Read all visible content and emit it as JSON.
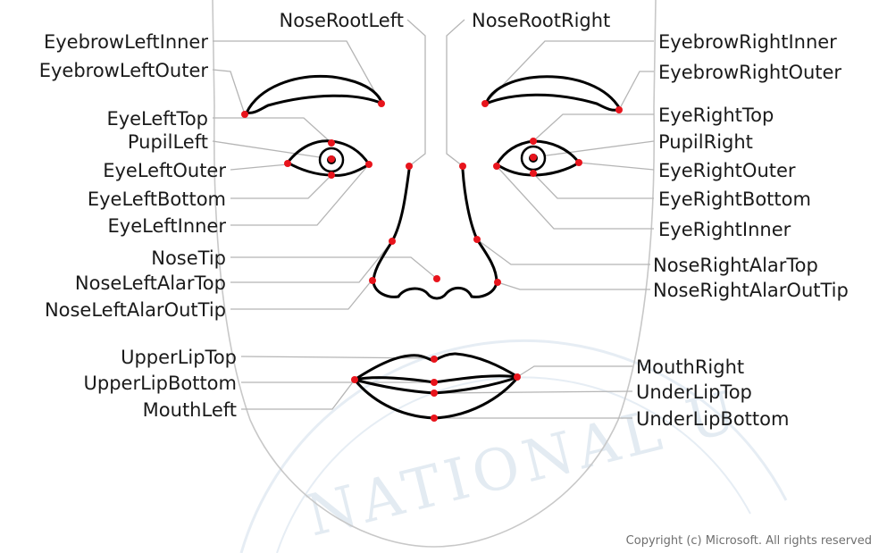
{
  "labels": {
    "nose_root_left": "NoseRootLeft",
    "nose_root_right": "NoseRootRight",
    "eyebrow_left_inner": "EyebrowLeftInner",
    "eyebrow_left_outer": "EyebrowLeftOuter",
    "eye_left_top": "EyeLeftTop",
    "pupil_left": "PupilLeft",
    "eye_left_outer": "EyeLeftOuter",
    "eye_left_bottom": "EyeLeftBottom",
    "eye_left_inner": "EyeLeftInner",
    "nose_tip": "NoseTip",
    "nose_left_alar_top": "NoseLeftAlarTop",
    "nose_left_alar_out_tip": "NoseLeftAlarOutTip",
    "upper_lip_top": "UpperLipTop",
    "upper_lip_bottom": "UpperLipBottom",
    "mouth_left": "MouthLeft",
    "eyebrow_right_inner": "EyebrowRightInner",
    "eyebrow_right_outer": "EyebrowRightOuter",
    "eye_right_top": "EyeRightTop",
    "pupil_right": "PupilRight",
    "eye_right_outer": "EyeRightOuter",
    "eye_right_bottom": "EyeRightBottom",
    "eye_right_inner": "EyeRightInner",
    "nose_right_alar_top": "NoseRightAlarTop",
    "nose_right_alar_out_tip": "NoseRightAlarOutTip",
    "mouth_right": "MouthRight",
    "under_lip_top": "UnderLipTop",
    "under_lip_bottom": "UnderLipBottom"
  },
  "copyright": "Copyright (c) Microsoft. All rights reserved",
  "watermark": "NATIONAL U",
  "colors": {
    "landmark": "#e8141c",
    "face_outline": "#c8c8c8",
    "leader_line": "#b5b5b5",
    "watermark": "#e3ebf2"
  }
}
